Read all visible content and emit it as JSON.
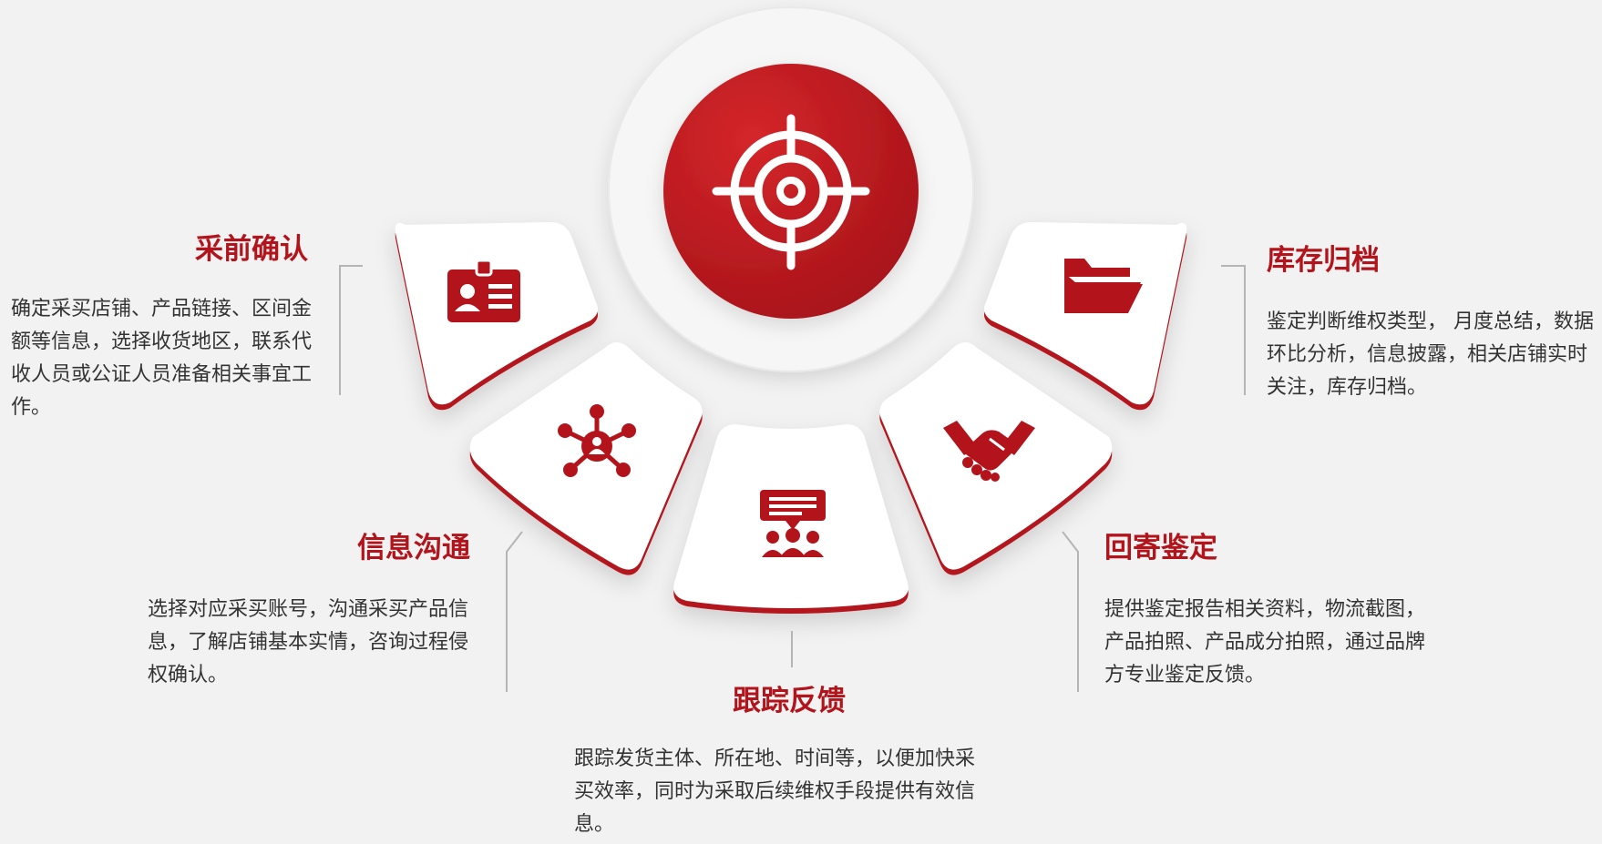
{
  "colors": {
    "accent": "#b3141b",
    "accent_light": "#cf2424",
    "background": "#f2f2f2",
    "card": "#ffffff",
    "text": "#333333"
  },
  "center": {
    "icon": "crosshair-target-icon"
  },
  "steps": [
    {
      "title": "采前确认",
      "desc": "确定采买店铺、产品链接、区间金额等信息，选择收货地区，联系代收人员或公证人员准备相关事宜工作。",
      "icon": "id-card-icon"
    },
    {
      "title": "信息沟通",
      "desc": "选择对应采买账号，沟通采买产品信息，了解店铺基本实情，咨询过程侵权确认。",
      "icon": "network-user-icon"
    },
    {
      "title": "跟踪反馈",
      "desc": "跟踪发货主体、所在地、时间等，以便加快采买效率，同时为采取后续维权手段提供有效信息。",
      "icon": "meeting-chat-icon"
    },
    {
      "title": "回寄鉴定",
      "desc": "提供鉴定报告相关资料，物流截图，产品拍照、产品成分拍照，通过品牌方专业鉴定反馈。",
      "icon": "handshake-icon"
    },
    {
      "title": "库存归档",
      "desc": "鉴定判断维权类型， 月度总结，数据环比分析，信息披露，相关店铺实时关注，库存归档。",
      "icon": "folder-icon"
    }
  ]
}
